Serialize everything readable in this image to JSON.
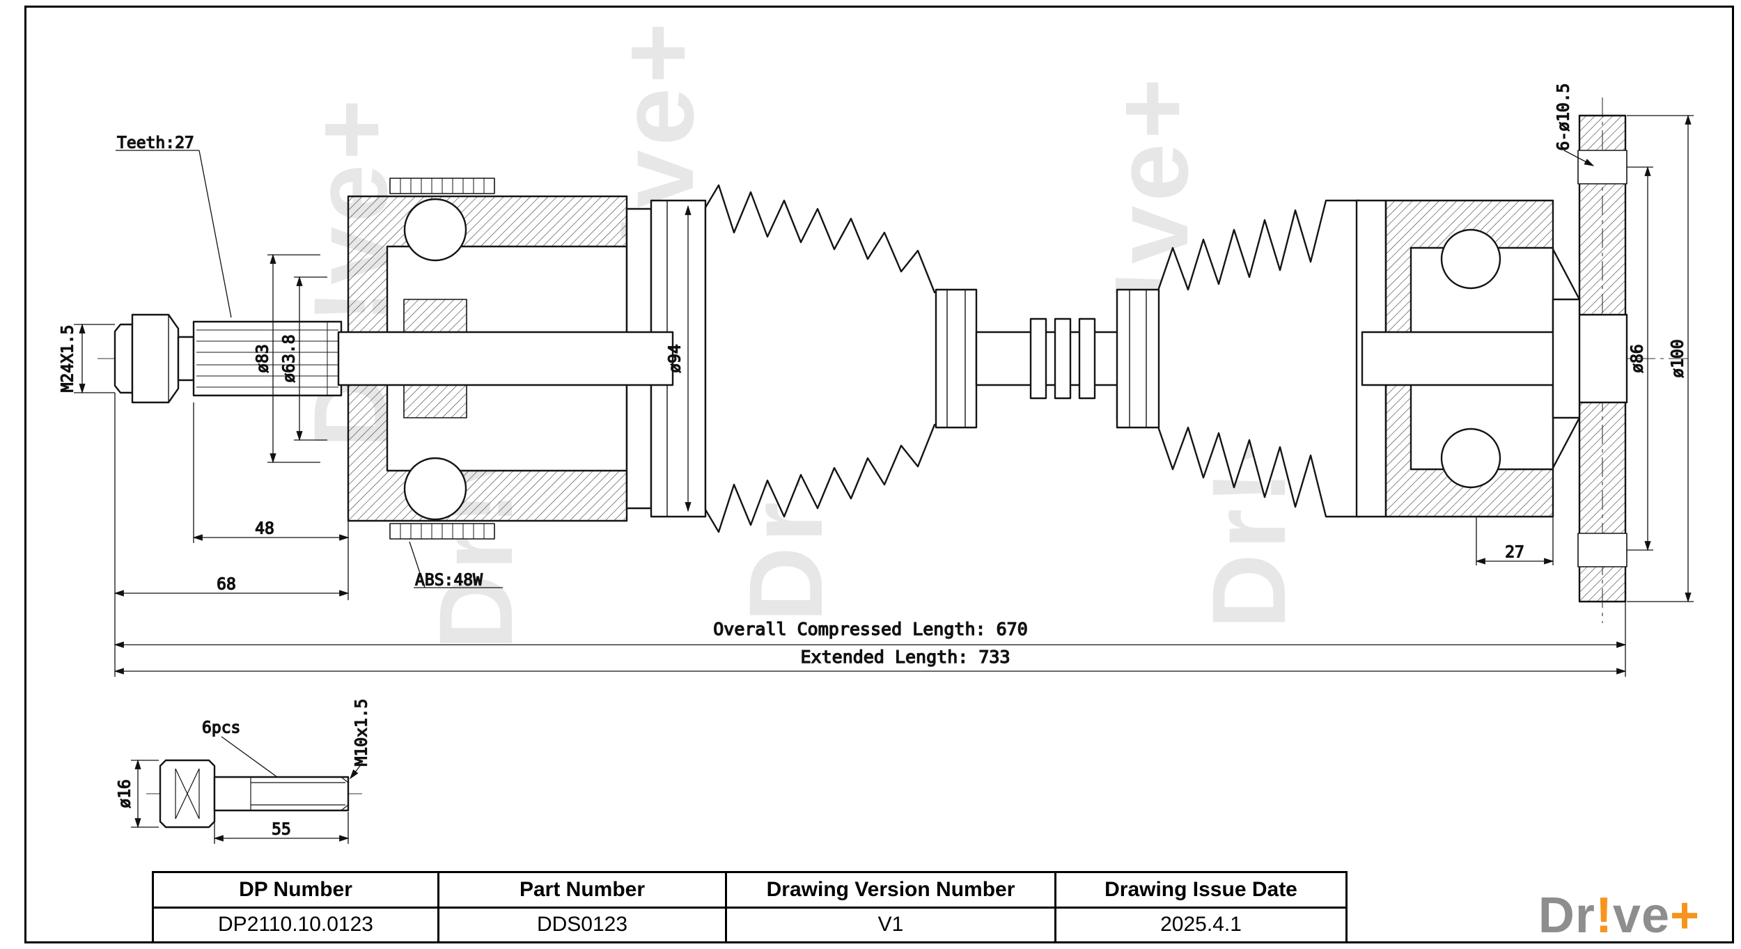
{
  "sheet": {
    "background": "#ffffff",
    "frame_color": "#000000"
  },
  "drawing": {
    "watermark": "Dr!ve+",
    "labels": {
      "teeth": "Teeth:27",
      "thread_left": "M24X1.5",
      "dia83": "ø83",
      "dia63_8": "ø63.8",
      "dia94": "ø94",
      "holes": "6-ø10.5",
      "dia86": "ø86",
      "dia100": "ø100",
      "dim48": "48",
      "dim68": "68",
      "abs": "ABS:48W",
      "dim27": "27",
      "compressed_length": "Overall  Compressed  Length: 670",
      "extended_length": "Extended  Length: 733"
    },
    "bolt_detail": {
      "qty": "6pcs",
      "thread": "M10x1.5",
      "head_dia": "ø16",
      "length": "55"
    }
  },
  "title_block": {
    "columns": [
      {
        "header": "DP Number",
        "value": "DP2110.10.0123"
      },
      {
        "header": "Part Number",
        "value": "DDS0123"
      },
      {
        "header": "Drawing Version Number",
        "value": "V1"
      },
      {
        "header": "Drawing Issue Date",
        "value": "2025.4.1"
      }
    ]
  },
  "logo": {
    "part1": "Dr",
    "bang": "!",
    "part2": "ve",
    "plus": "+",
    "gray": "#8E8E8E",
    "orange": "#F7941E"
  }
}
